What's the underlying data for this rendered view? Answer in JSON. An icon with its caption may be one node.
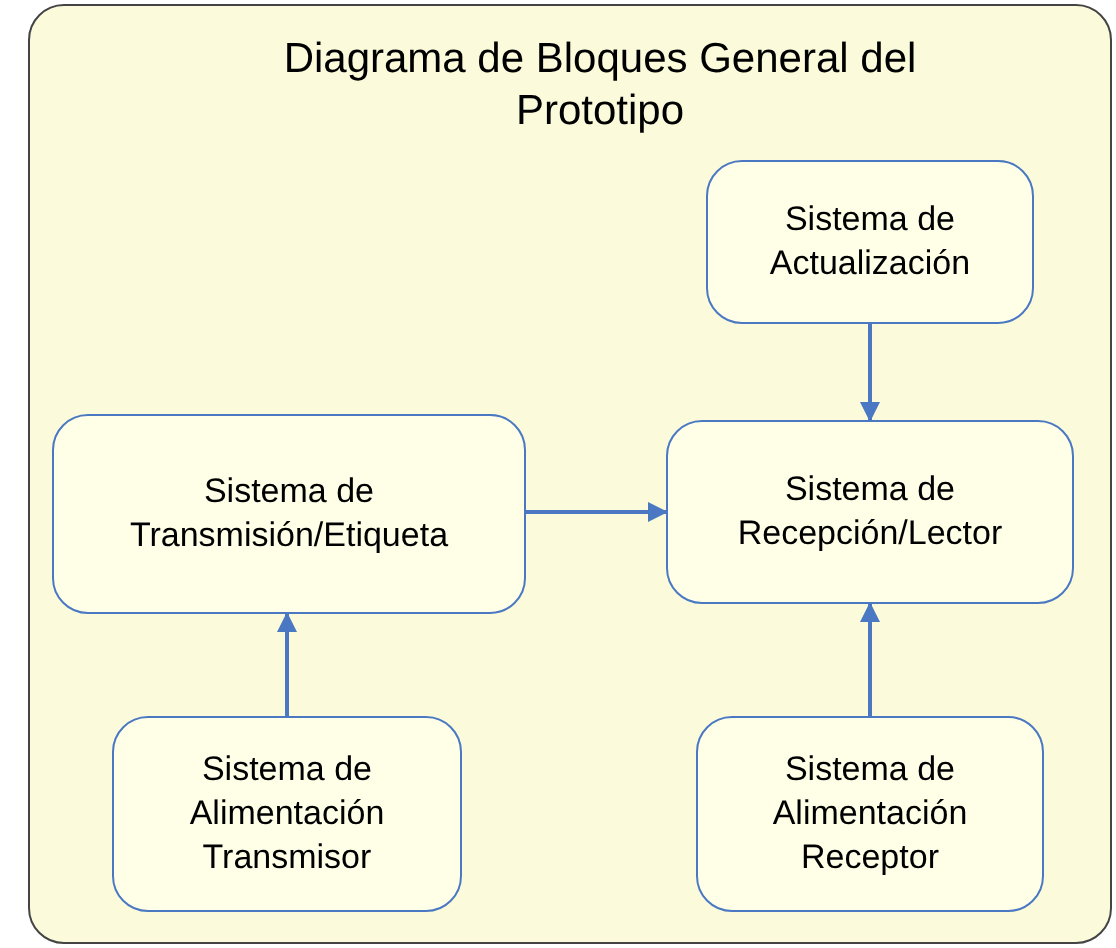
{
  "diagram": {
    "title": "Diagrama de Bloques General del Prototipo",
    "nodes": [
      {
        "text": [
          "Sistema de Actualización"
        ]
      },
      {
        "text": [
          "Sistema de Transmisión/Etiqueta"
        ]
      },
      {
        "text": [
          "Sistema de Recepción/Lector"
        ]
      },
      {
        "text": [
          "Sistema de Alimentación Transmisor"
        ]
      },
      {
        "text": [
          "Sistema de Alimentación Receptor"
        ]
      }
    ],
    "edges": [
      {
        "from": 0,
        "to": 2,
        "arrow": "to"
      },
      {
        "from": 1,
        "to": 2,
        "arrow": "to"
      },
      {
        "from": 3,
        "to": 1,
        "arrow": "to"
      },
      {
        "from": 4,
        "to": 2,
        "arrow": "to"
      }
    ]
  }
}
